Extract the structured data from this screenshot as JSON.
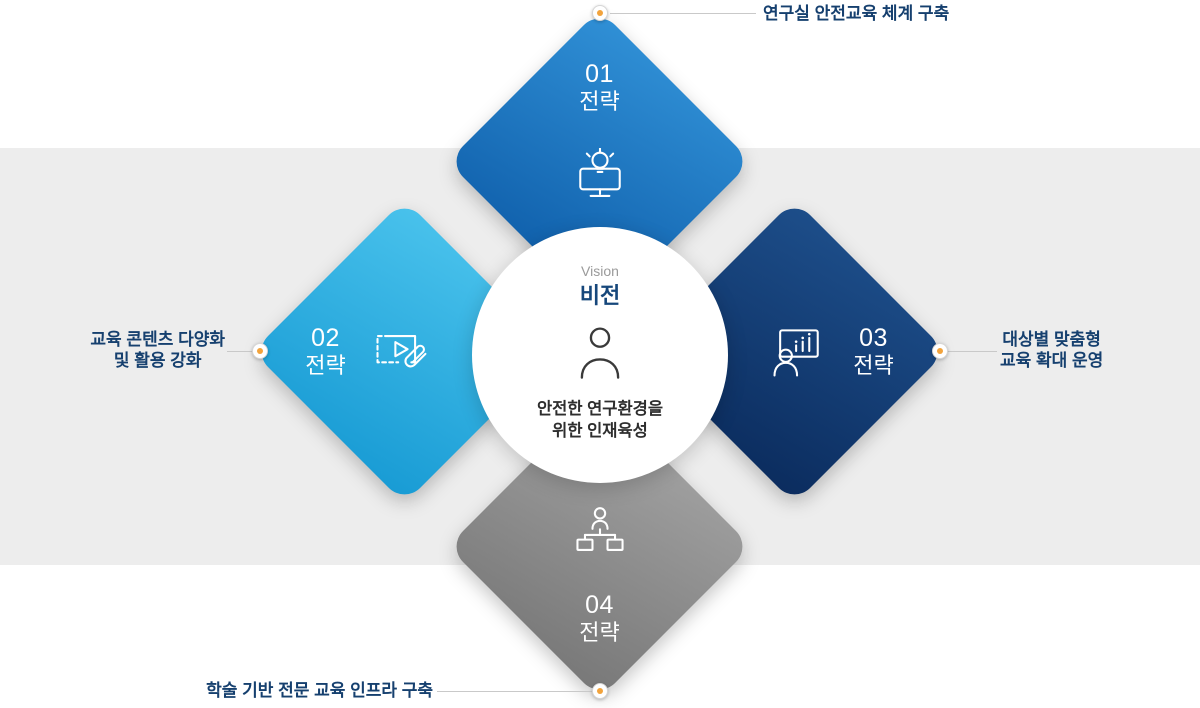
{
  "center": {
    "vision_en": "Vision",
    "vision_ko": "비전",
    "desc_line1": "안전한 연구환경을",
    "desc_line2": "위한 인재육성",
    "icon": "person-outline-icon"
  },
  "diamonds": {
    "top": {
      "number": "01",
      "label": "전략",
      "icon": "monitor-lightbulb-icon"
    },
    "left": {
      "number": "02",
      "label": "전략",
      "icon": "video-content-paperclip-icon"
    },
    "right": {
      "number": "03",
      "label": "전략",
      "icon": "presenter-bar-chart-icon"
    },
    "bottom": {
      "number": "04",
      "label": "전략",
      "icon": "org-chart-person-icon"
    }
  },
  "callouts": {
    "top": {
      "text": "연구실 안전교육 체계 구축"
    },
    "left": {
      "line1": "교육 콘텐츠 다양화",
      "line2": "및 활용 강화"
    },
    "right": {
      "line1": "대상별 맞춤형",
      "line2": "교육 확대 운영"
    },
    "bottom": {
      "text": "학술 기반 전문 교육 인프라 구축"
    }
  },
  "colors": {
    "band": "#ededed",
    "accent_dot": "#f2a33c",
    "callout_text": "#16406f",
    "vision_en_text": "#9a9a9a",
    "vision_ko_text": "#16477b",
    "desc_text": "#2e2e2e",
    "line": "#c9c9c9",
    "top_from": "#3090d6",
    "top_to": "#0e5da9",
    "left_from": "#49c2ec",
    "left_to": "#189bd4",
    "right_from": "#1d4e8a",
    "right_to": "#0b2c5e",
    "bottom_from": "#a3a3a3",
    "bottom_to": "#787878"
  }
}
